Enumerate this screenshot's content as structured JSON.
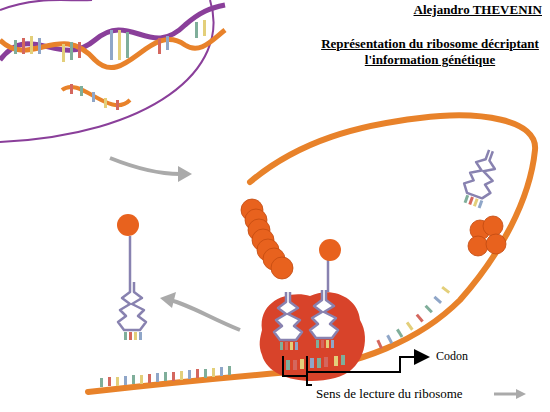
{
  "diagram": {
    "title": "Représentation du ribosome décriptant l'information génétique",
    "labels": [
      "Alejandro THEVENIN",
      "Codon",
      "Sens de lecture du ribosome"
    ]
  }
}
